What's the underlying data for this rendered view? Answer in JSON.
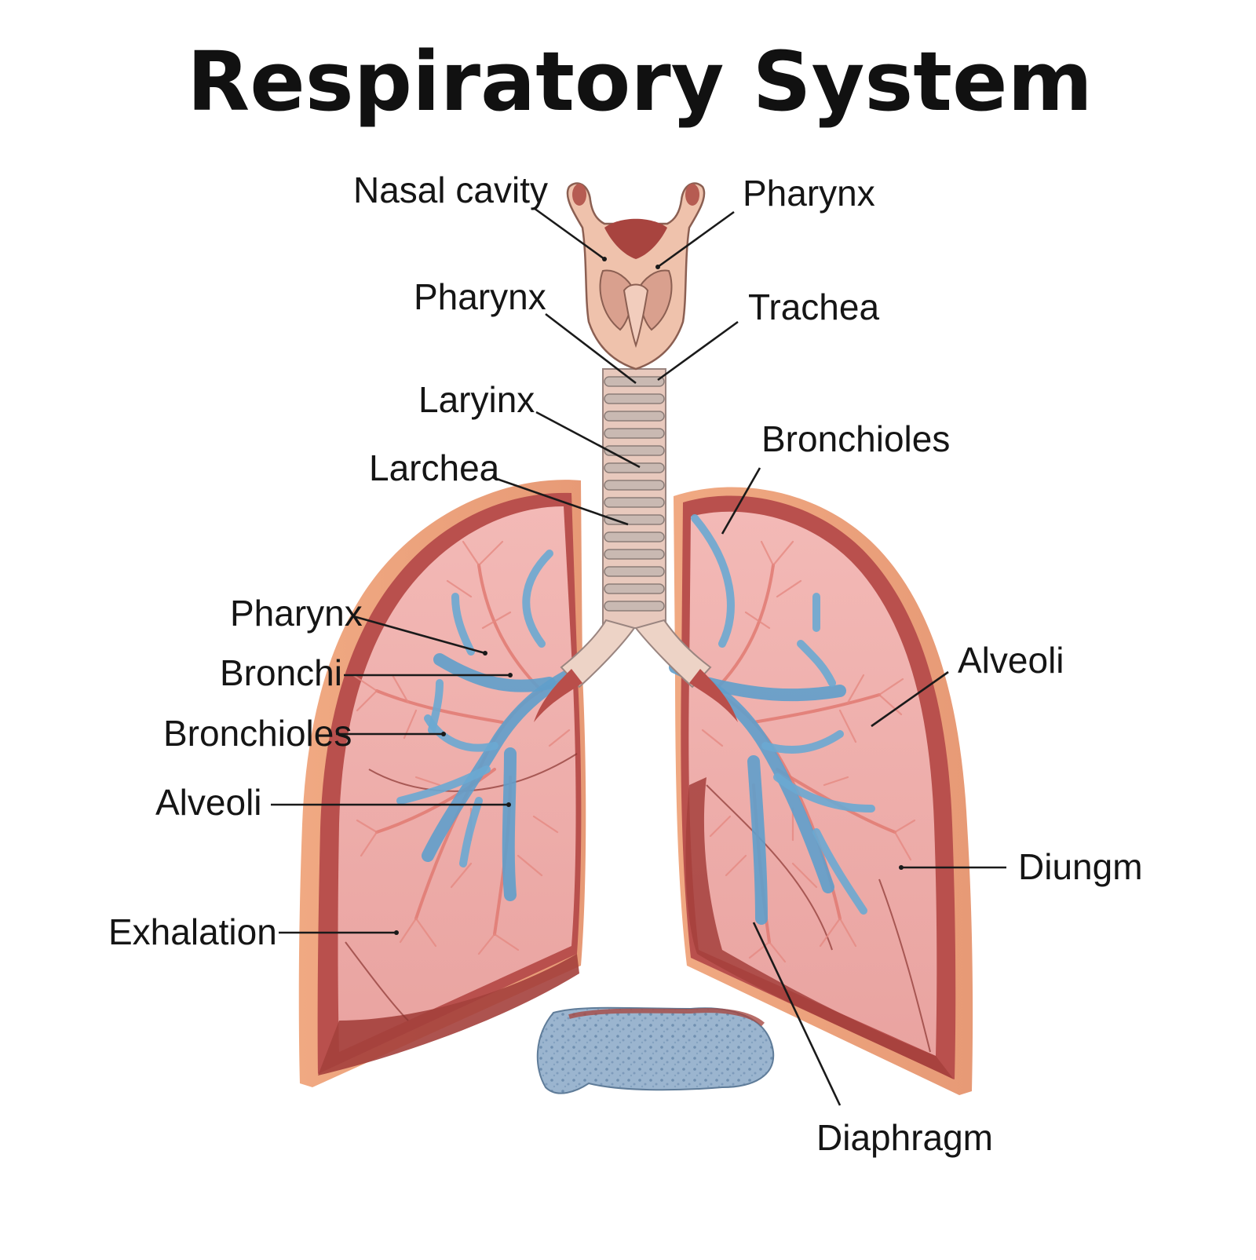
{
  "title": "Respiratory System",
  "labels": {
    "nasal_cavity": "Nasal cavity",
    "pharynx_top": "Pharynx",
    "pharynx_mid": "Pharynx",
    "trachea": "Trachea",
    "laryinx": "Laryinx",
    "larchea": "Larchea",
    "bronchioles_right": "Bronchioles",
    "pharynx_left": "Pharynx",
    "bronchi": "Bronchi",
    "bronchioles_left": "Bronchioles",
    "alveoli_left": "Alveoli",
    "alveoli_right": "Alveoli",
    "diungm": "Diungm",
    "exhalation": "Exhalation",
    "diaphragm": "Diaphragm"
  }
}
